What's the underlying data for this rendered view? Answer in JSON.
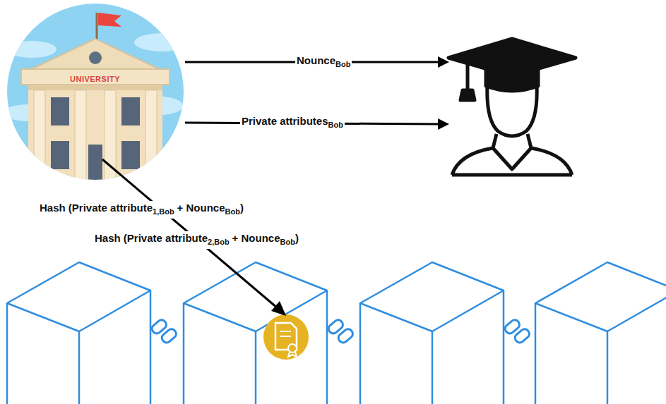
{
  "diagram": {
    "nodes": [
      {
        "text": [
          "UNIVERSITY"
        ]
      }
    ],
    "labels": [
      "Nounce",
      "Bob",
      "Private attributes",
      "Bob",
      "Hash (Private attribute",
      "1,Bob",
      "+ Nounce",
      "Bob",
      ")",
      "Hash (Private attribute",
      "2,Bob",
      "+ Nounce",
      "Bob",
      ")"
    ]
  }
}
